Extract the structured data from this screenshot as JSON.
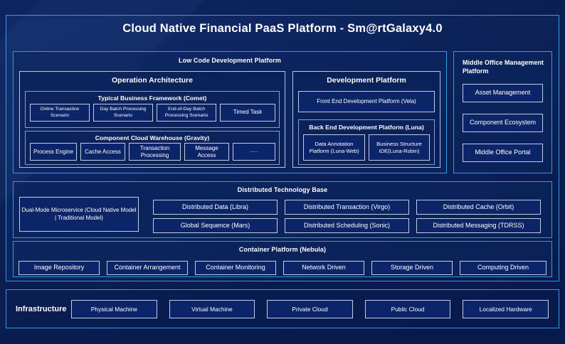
{
  "diagram": {
    "title": "Cloud Native Financial PaaS Platform - Sm@rtGalaxy4.0",
    "colors": {
      "accent": "#2f9be0",
      "background": "#0a1f52",
      "tile_fill": "#0c2468",
      "tile_border": "#c3cbe9",
      "text": "#ffffff"
    }
  },
  "low_code": {
    "title": "Low Code Development Platform",
    "operation_architecture": {
      "title": "Operation Architecture",
      "business_framework": {
        "title": "Typical Business Framework (Comet)",
        "tiles": [
          "Online Transaction Scenario",
          "Day Batch Processing Scenario",
          "End-of-Day Batch Processing Scenario",
          "Timed Task"
        ]
      },
      "component_warehouse": {
        "title": "Component Cloud Warehouse (Gravity)",
        "tiles": [
          "Process Engine",
          "Cache Access",
          "Transaction Processing",
          "Message Access",
          "......"
        ]
      }
    },
    "development_platform": {
      "title": "Development Platform",
      "front_end": "Front End Development Platform (Vela)",
      "back_end": {
        "title": "Back End Development Platform (Luna)",
        "tiles": [
          "Data Annotation Platform (Luna-Web)",
          "Business Structure IDE(Luna-Robin)"
        ]
      }
    }
  },
  "middle_office": {
    "title": "Middle Office Management Platform",
    "tiles": [
      "Asset Management",
      "Component Ecosystem",
      "Middle Office Portal"
    ]
  },
  "distributed_base": {
    "title": "Distributed Technology Base",
    "dual_mode": "Dual-Mode Microservice (Cloud Native Model | Traditional Model)",
    "tiles_row1": [
      "Distributed Data (Libra)",
      "Distributed Transaction (Virgo)",
      "Distributed Cache (Orbit)"
    ],
    "tiles_row2": [
      "Global Sequence (Mars)",
      "Distributed Scheduling (Sonic)",
      "Distributed Messaging (TDRSS)"
    ]
  },
  "container_platform": {
    "title": "Container Platform (Nebula)",
    "tiles": [
      "Image Repository",
      "Container Arrangement",
      "Container Monitoring",
      "Network Driven",
      "Storage Driven",
      "Computing Driven"
    ]
  },
  "infrastructure": {
    "label": "Infrastructure",
    "tiles": [
      "Physical Machine",
      "Virtual Machine",
      "Private Cloud",
      "Public Cloud",
      "Localized Hardware"
    ]
  }
}
